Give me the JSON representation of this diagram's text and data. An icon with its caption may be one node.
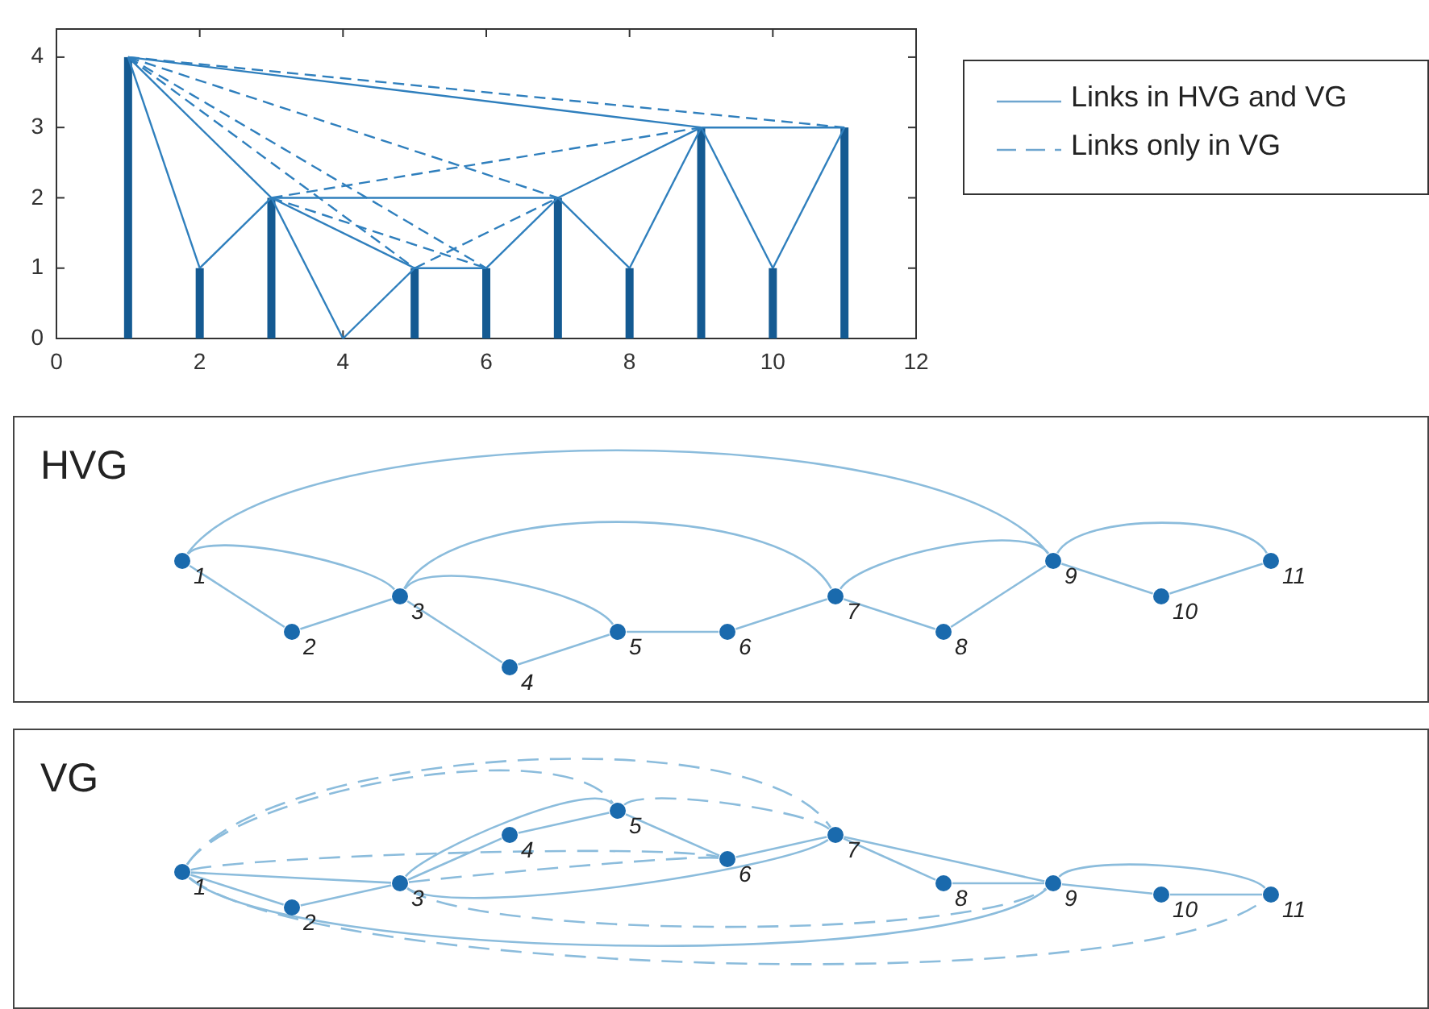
{
  "diagram": {
    "nodes": [
      {
        "text": [
          "HVG"
        ]
      },
      {
        "text": [],
        "shape": "circle",
        "beside": [
          "1"
        ],
        "in": 0
      },
      {
        "text": [],
        "shape": "circle",
        "beside": [
          "2"
        ],
        "in": 0
      },
      {
        "text": [],
        "shape": "circle",
        "beside": [
          "3"
        ],
        "in": 0
      },
      {
        "text": [],
        "shape": "circle",
        "beside": [
          "4"
        ],
        "in": 0
      },
      {
        "text": [],
        "shape": "circle",
        "beside": [
          "5"
        ],
        "in": 0
      },
      {
        "text": [],
        "shape": "circle",
        "beside": [
          "6"
        ],
        "in": 0
      },
      {
        "text": [],
        "shape": "circle",
        "beside": [
          "7"
        ],
        "in": 0
      },
      {
        "text": [],
        "shape": "circle",
        "beside": [
          "8"
        ],
        "in": 0
      },
      {
        "text": [],
        "shape": "circle",
        "beside": [
          "9"
        ],
        "in": 0
      },
      {
        "text": [],
        "shape": "circle",
        "beside": [
          "10"
        ],
        "in": 0
      },
      {
        "text": [],
        "shape": "circle",
        "beside": [
          "11"
        ],
        "in": 0
      },
      {
        "text": [
          "VG"
        ]
      },
      {
        "text": [],
        "shape": "circle",
        "beside": [
          "1"
        ],
        "in": 12
      },
      {
        "text": [],
        "shape": "circle",
        "beside": [
          "2"
        ],
        "in": 12
      },
      {
        "text": [],
        "shape": "circle",
        "beside": [
          "3"
        ],
        "in": 12
      },
      {
        "text": [],
        "shape": "circle",
        "beside": [
          "4"
        ],
        "in": 12
      },
      {
        "text": [],
        "shape": "circle",
        "beside": [
          "5"
        ],
        "in": 12
      },
      {
        "text": [],
        "shape": "circle",
        "beside": [
          "6"
        ],
        "in": 12
      },
      {
        "text": [],
        "shape": "circle",
        "beside": [
          "7"
        ],
        "in": 12
      },
      {
        "text": [],
        "shape": "circle",
        "beside": [
          "8"
        ],
        "in": 12
      },
      {
        "text": [],
        "shape": "circle",
        "beside": [
          "9"
        ],
        "in": 12
      },
      {
        "text": [],
        "shape": "circle",
        "beside": [
          "10"
        ],
        "in": 12
      },
      {
        "text": [],
        "shape": "circle",
        "beside": [
          "11"
        ],
        "in": 12
      }
    ],
    "edges": [
      {
        "from": 1,
        "to": 2,
        "arrow": "none"
      },
      {
        "from": 1,
        "to": 3,
        "arrow": "none"
      },
      {
        "from": 1,
        "to": 9,
        "arrow": "none"
      },
      {
        "from": 2,
        "to": 3,
        "arrow": "none"
      },
      {
        "from": 3,
        "to": 4,
        "arrow": "none"
      },
      {
        "from": 3,
        "to": 5,
        "arrow": "none"
      },
      {
        "from": 3,
        "to": 7,
        "arrow": "none"
      },
      {
        "from": 4,
        "to": 5,
        "arrow": "none"
      },
      {
        "from": 5,
        "to": 6,
        "arrow": "none"
      },
      {
        "from": 6,
        "to": 7,
        "arrow": "none"
      },
      {
        "from": 7,
        "to": 8,
        "arrow": "none"
      },
      {
        "from": 7,
        "to": 9,
        "arrow": "none"
      },
      {
        "from": 8,
        "to": 9,
        "arrow": "none"
      },
      {
        "from": 9,
        "to": 10,
        "arrow": "none"
      },
      {
        "from": 9,
        "to": 11,
        "arrow": "none"
      },
      {
        "from": 10,
        "to": 11,
        "arrow": "none"
      },
      {
        "from": 13,
        "to": 14,
        "arrow": "none"
      },
      {
        "from": 13,
        "to": 15,
        "arrow": "none"
      },
      {
        "from": 13,
        "to": 17,
        "arrow": "none",
        "style": "dashed"
      },
      {
        "from": 13,
        "to": 18,
        "arrow": "none",
        "style": "dashed"
      },
      {
        "from": 13,
        "to": 19,
        "arrow": "none",
        "style": "dashed"
      },
      {
        "from": 13,
        "to": 21,
        "arrow": "none"
      },
      {
        "from": 13,
        "to": 23,
        "arrow": "none",
        "style": "dashed"
      },
      {
        "from": 14,
        "to": 15,
        "arrow": "none"
      },
      {
        "from": 15,
        "to": 16,
        "arrow": "none"
      },
      {
        "from": 15,
        "to": 17,
        "arrow": "none"
      },
      {
        "from": 15,
        "to": 18,
        "arrow": "none",
        "style": "dashed"
      },
      {
        "from": 15,
        "to": 19,
        "arrow": "none"
      },
      {
        "from": 15,
        "to": 21,
        "arrow": "none",
        "style": "dashed"
      },
      {
        "from": 16,
        "to": 17,
        "arrow": "none"
      },
      {
        "from": 17,
        "to": 18,
        "arrow": "none"
      },
      {
        "from": 17,
        "to": 19,
        "arrow": "none",
        "style": "dashed"
      },
      {
        "from": 18,
        "to": 19,
        "arrow": "none"
      },
      {
        "from": 19,
        "to": 20,
        "arrow": "none"
      },
      {
        "from": 19,
        "to": 21,
        "arrow": "none"
      },
      {
        "from": 20,
        "to": 21,
        "arrow": "none"
      },
      {
        "from": 21,
        "to": 22,
        "arrow": "none"
      },
      {
        "from": 21,
        "to": 23,
        "arrow": "none"
      },
      {
        "from": 22,
        "to": 23,
        "arrow": "none"
      }
    ],
    "legend": [
      {
        "text": "Links in HVG and VG"
      },
      {
        "text": "Links only in VG"
      }
    ],
    "chart_data": {
      "type": "bar",
      "x": [
        1,
        2,
        3,
        4,
        5,
        6,
        7,
        8,
        9,
        10,
        11
      ],
      "values": [
        4,
        1,
        2,
        0,
        1,
        1,
        2,
        1,
        3,
        1,
        3
      ],
      "xlim": [
        0,
        12
      ],
      "ylim": [
        0,
        4.4
      ],
      "xticks": [
        0,
        2,
        4,
        6,
        8,
        10,
        12
      ],
      "yticks": [
        0,
        1,
        2,
        3,
        4
      ]
    }
  }
}
